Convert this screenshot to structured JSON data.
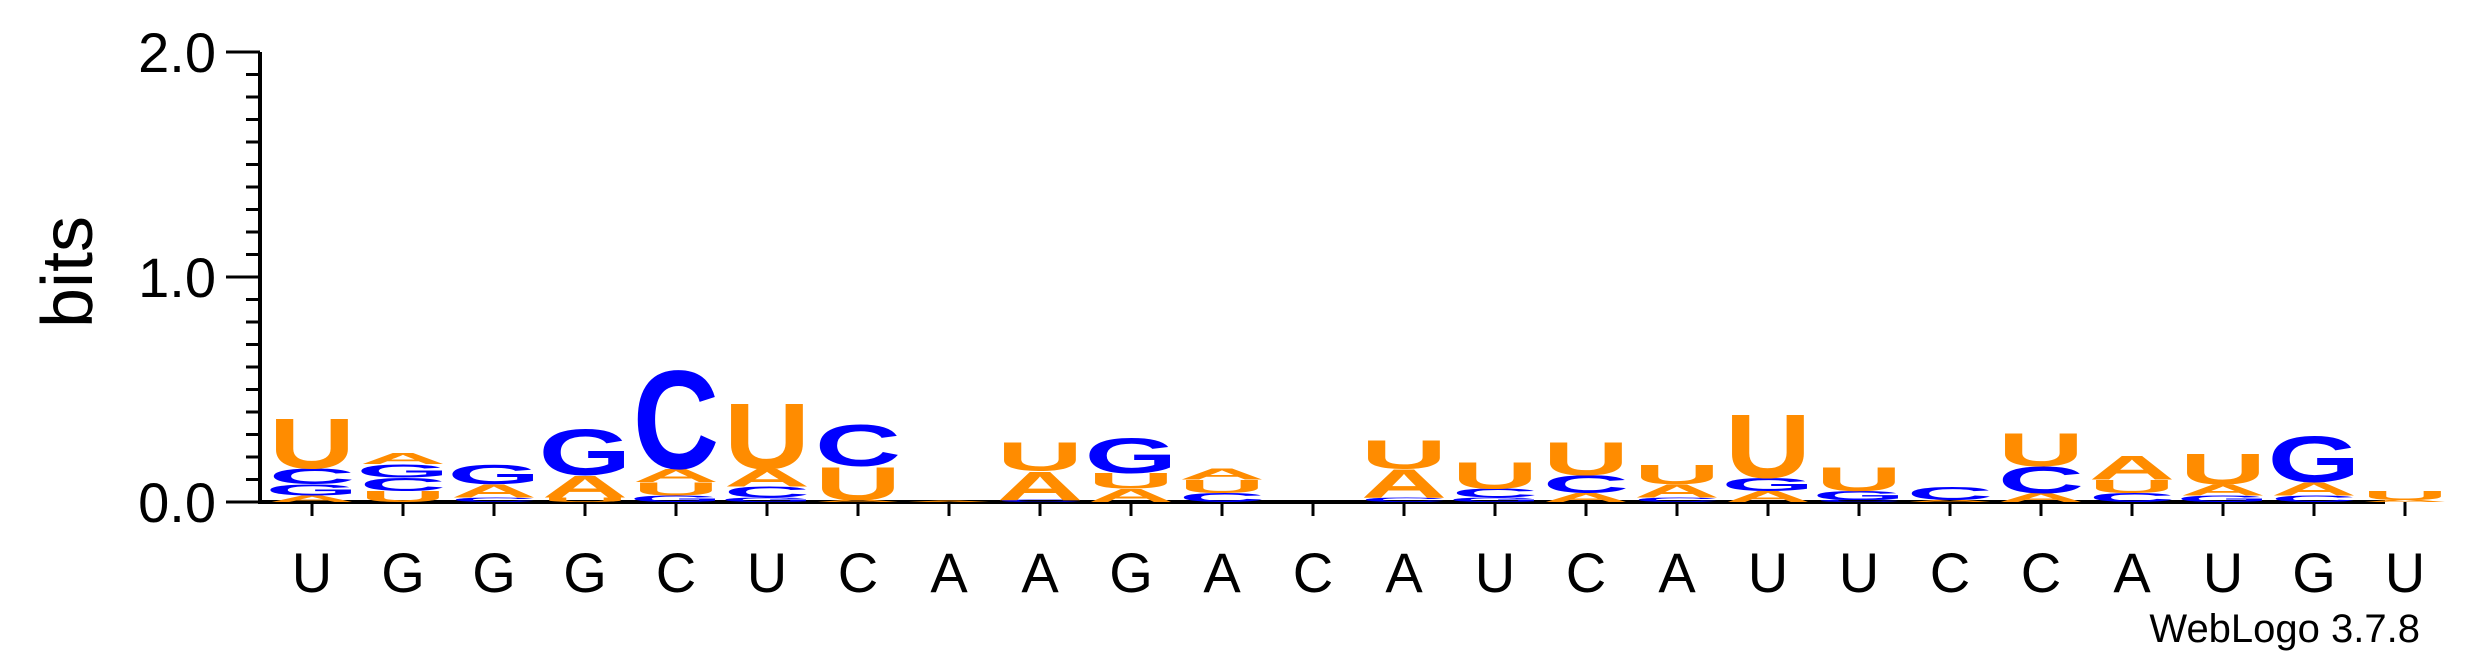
{
  "chart_data": {
    "type": "sequence_logo",
    "ylabel": "bits",
    "ylim": [
      0,
      2.0
    ],
    "yticks": [
      "0.0",
      "1.0",
      "2.0"
    ],
    "colors": {
      "U": "#ff8c00",
      "A": "#ff8c00",
      "G": "#0000ff",
      "C": "#0000ff"
    },
    "positions": [
      {
        "label": "U",
        "stack": [
          {
            "letter": "A",
            "bits": 0.03
          },
          {
            "letter": "G",
            "bits": 0.05
          },
          {
            "letter": "C",
            "bits": 0.07
          },
          {
            "letter": "U",
            "bits": 0.23
          }
        ]
      },
      {
        "label": "G",
        "stack": [
          {
            "letter": "U",
            "bits": 0.05
          },
          {
            "letter": "C",
            "bits": 0.06
          },
          {
            "letter": "G",
            "bits": 0.06
          },
          {
            "letter": "A",
            "bits": 0.05
          }
        ]
      },
      {
        "label": "G",
        "stack": [
          {
            "letter": "C",
            "bits": 0.02
          },
          {
            "letter": "A",
            "bits": 0.06
          },
          {
            "letter": "G",
            "bits": 0.09
          }
        ]
      },
      {
        "label": "G",
        "stack": [
          {
            "letter": "U",
            "bits": 0.02
          },
          {
            "letter": "A",
            "bits": 0.1
          },
          {
            "letter": "G",
            "bits": 0.21
          }
        ]
      },
      {
        "label": "C",
        "stack": [
          {
            "letter": "G",
            "bits": 0.03
          },
          {
            "letter": "U",
            "bits": 0.06
          },
          {
            "letter": "A",
            "bits": 0.06
          },
          {
            "letter": "C",
            "bits": 0.45
          }
        ]
      },
      {
        "label": "U",
        "stack": [
          {
            "letter": "G",
            "bits": 0.02
          },
          {
            "letter": "C",
            "bits": 0.05
          },
          {
            "letter": "A",
            "bits": 0.08
          },
          {
            "letter": "U",
            "bits": 0.3
          }
        ]
      },
      {
        "label": "C",
        "stack": [
          {
            "letter": "A",
            "bits": 0.01
          },
          {
            "letter": "U",
            "bits": 0.15
          },
          {
            "letter": "C",
            "bits": 0.19
          }
        ]
      },
      {
        "label": "A",
        "stack": [
          {
            "letter": "A",
            "bits": 0.005
          }
        ]
      },
      {
        "label": "A",
        "stack": [
          {
            "letter": "C",
            "bits": 0.01
          },
          {
            "letter": "A",
            "bits": 0.13
          },
          {
            "letter": "U",
            "bits": 0.13
          }
        ]
      },
      {
        "label": "G",
        "stack": [
          {
            "letter": "A",
            "bits": 0.06
          },
          {
            "letter": "U",
            "bits": 0.07
          },
          {
            "letter": "G",
            "bits": 0.16
          }
        ]
      },
      {
        "label": "A",
        "stack": [
          {
            "letter": "C",
            "bits": 0.04
          },
          {
            "letter": "U",
            "bits": 0.06
          },
          {
            "letter": "A",
            "bits": 0.05
          }
        ]
      },
      {
        "label": "C",
        "stack": []
      },
      {
        "label": "A",
        "stack": [
          {
            "letter": "C",
            "bits": 0.02
          },
          {
            "letter": "A",
            "bits": 0.13
          },
          {
            "letter": "U",
            "bits": 0.13
          }
        ]
      },
      {
        "label": "U",
        "stack": [
          {
            "letter": "G",
            "bits": 0.02
          },
          {
            "letter": "C",
            "bits": 0.04
          },
          {
            "letter": "U",
            "bits": 0.12
          }
        ]
      },
      {
        "label": "C",
        "stack": [
          {
            "letter": "A",
            "bits": 0.04
          },
          {
            "letter": "C",
            "bits": 0.08
          },
          {
            "letter": "U",
            "bits": 0.15
          }
        ]
      },
      {
        "label": "A",
        "stack": [
          {
            "letter": "C",
            "bits": 0.02
          },
          {
            "letter": "A",
            "bits": 0.06
          },
          {
            "letter": "U",
            "bits": 0.09
          }
        ]
      },
      {
        "label": "U",
        "stack": [
          {
            "letter": "A",
            "bits": 0.05
          },
          {
            "letter": "G",
            "bits": 0.06
          },
          {
            "letter": "U",
            "bits": 0.29
          }
        ]
      },
      {
        "label": "U",
        "stack": [
          {
            "letter": "C",
            "bits": 0.01
          },
          {
            "letter": "G",
            "bits": 0.04
          },
          {
            "letter": "U",
            "bits": 0.11
          }
        ]
      },
      {
        "label": "C",
        "stack": [
          {
            "letter": "A",
            "bits": 0.01
          },
          {
            "letter": "C",
            "bits": 0.06
          }
        ]
      },
      {
        "label": "C",
        "stack": [
          {
            "letter": "A",
            "bits": 0.04
          },
          {
            "letter": "C",
            "bits": 0.12
          },
          {
            "letter": "U",
            "bits": 0.15
          }
        ]
      },
      {
        "label": "A",
        "stack": [
          {
            "letter": "C",
            "bits": 0.04
          },
          {
            "letter": "U",
            "bits": 0.06
          },
          {
            "letter": "A",
            "bits": 0.11
          }
        ]
      },
      {
        "label": "U",
        "stack": [
          {
            "letter": "G",
            "bits": 0.03
          },
          {
            "letter": "A",
            "bits": 0.05
          },
          {
            "letter": "U",
            "bits": 0.14
          }
        ]
      },
      {
        "label": "G",
        "stack": [
          {
            "letter": "C",
            "bits": 0.03
          },
          {
            "letter": "A",
            "bits": 0.06
          },
          {
            "letter": "G",
            "bits": 0.21
          }
        ]
      },
      {
        "label": "U",
        "stack": [
          {
            "letter": "A",
            "bits": 0.01
          },
          {
            "letter": "U",
            "bits": 0.04
          }
        ]
      }
    ]
  },
  "footer": {
    "credit": "WebLogo 3.7.8"
  }
}
